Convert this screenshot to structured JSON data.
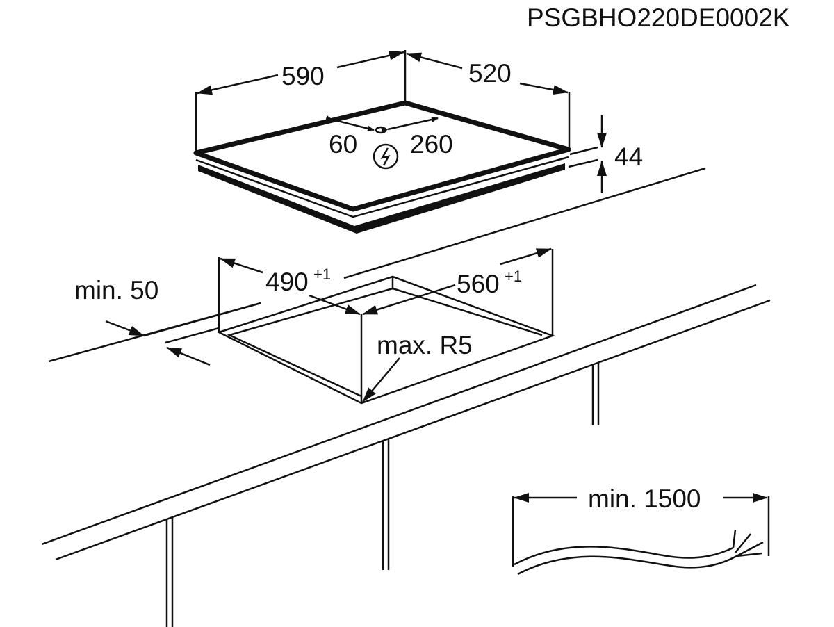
{
  "diagram": {
    "code": "PSGBHO220DE0002K",
    "hob": {
      "width": "590",
      "depth": "520",
      "height": "44",
      "conn_left": "60",
      "conn_right": "260",
      "power_icon": "electric-hazard-icon"
    },
    "cutout": {
      "width": "490",
      "width_tol": "+1",
      "depth": "560",
      "depth_tol": "+1",
      "radius": "max. R5"
    },
    "clearance": "min. 50",
    "cable": "min. 1500",
    "color": "#111111"
  }
}
